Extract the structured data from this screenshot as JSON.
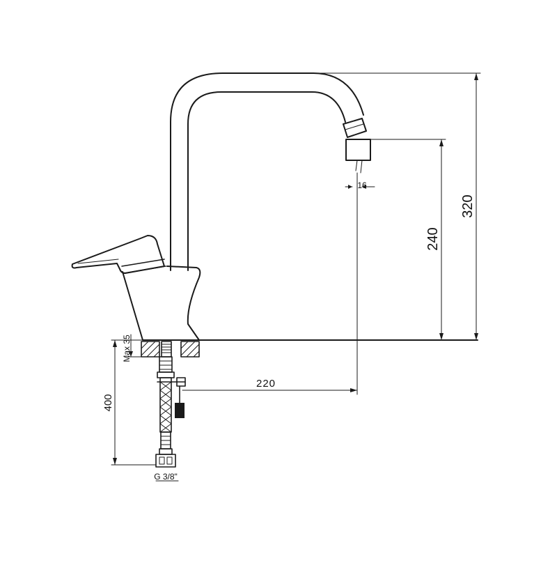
{
  "drawing": {
    "dimensions": {
      "total_height": "320",
      "spout_height": "240",
      "spout_reach": "220",
      "aerator_diameter": "16",
      "hose_length": "400",
      "max_deck_thickness": "Max 35",
      "connection_thread": "G 3/8\""
    },
    "colors": {
      "line": "#1a1a1a",
      "background": "#ffffff"
    }
  }
}
